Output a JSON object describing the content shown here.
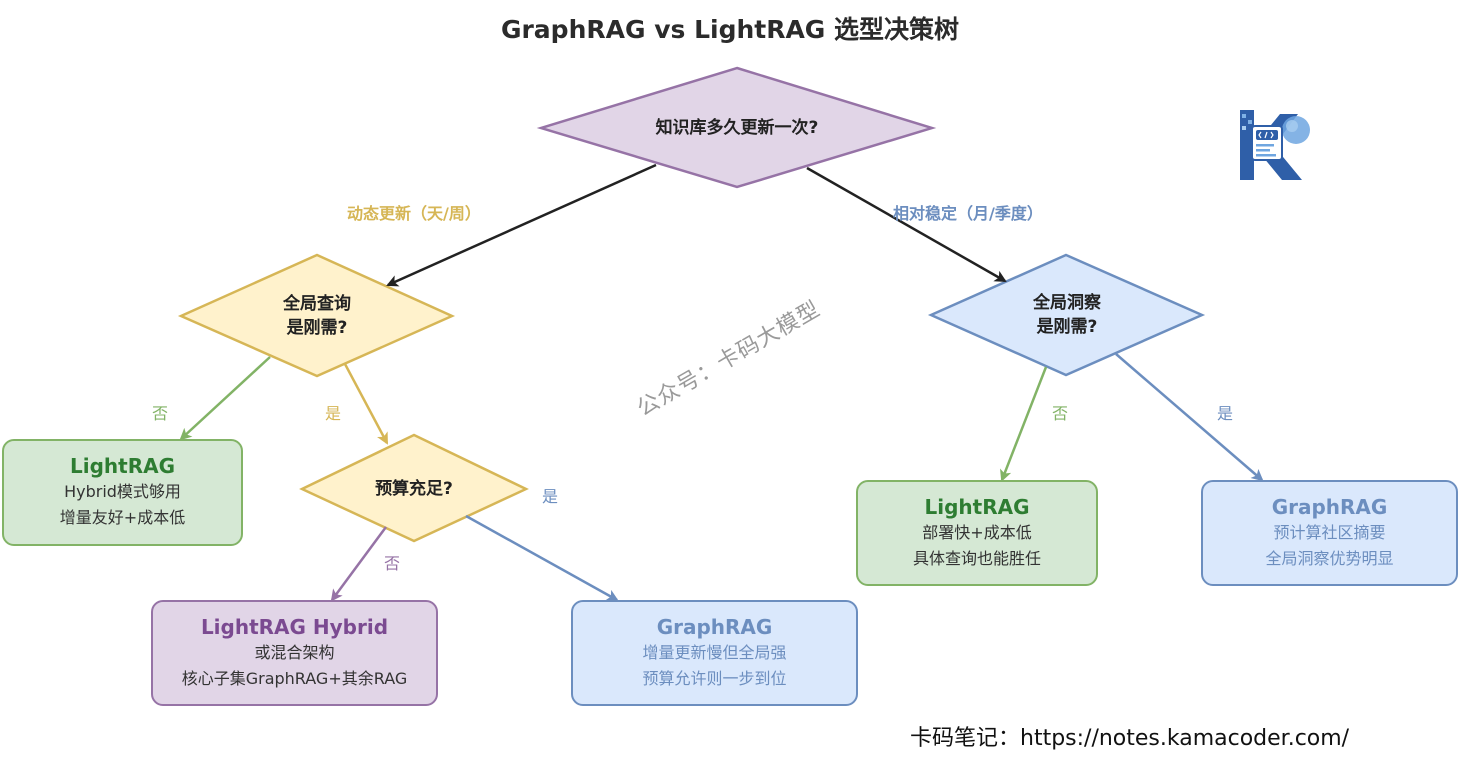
{
  "title": "GraphRAG vs LightRAG 选型决策树",
  "root": {
    "text": "知识库多久更新一次?"
  },
  "branches": {
    "left": "动态更新（天/周）",
    "right": "相对稳定（月/季度）"
  },
  "decisions": {
    "global_query": [
      "全局查询",
      "是刚需?"
    ],
    "budget": "预算充足?",
    "global_insight": [
      "全局洞察",
      "是刚需?"
    ]
  },
  "answers": {
    "yes": "是",
    "no": "否"
  },
  "results": {
    "lightrag_dynamic": {
      "title": "LightRAG",
      "lines": [
        "Hybrid模式够用",
        "增量友好+成本低"
      ]
    },
    "lightrag_hybrid": {
      "title": "LightRAG Hybrid",
      "lines": [
        "或混合架构",
        "核心子集GraphRAG+其余RAG"
      ]
    },
    "graphrag_dynamic": {
      "title": "GraphRAG",
      "lines": [
        "增量更新慢但全局强",
        "预算允许则一步到位"
      ]
    },
    "lightrag_stable": {
      "title": "LightRAG",
      "lines": [
        "部署快+成本低",
        "具体查询也能胜任"
      ]
    },
    "graphrag_stable": {
      "title": "GraphRAG",
      "lines": [
        "预计算社区摘要",
        "全局洞察优势明显"
      ]
    }
  },
  "watermark": "公众号：卡码大模型",
  "footer": "卡码笔记：https://notes.kamacoder.com/",
  "colors": {
    "root_fill": "#e1d5e7",
    "root_stroke": "#9673a6",
    "yellow_fill": "#fff2cc",
    "yellow_stroke": "#d6b656",
    "blue_fill": "#dae8fc",
    "blue_stroke": "#6c8ebf",
    "green_stroke": "#82b366",
    "purple_stroke": "#9673a6",
    "arrow_dark": "#222222",
    "left_label": "#d6b656",
    "right_label": "#6c8ebf"
  }
}
